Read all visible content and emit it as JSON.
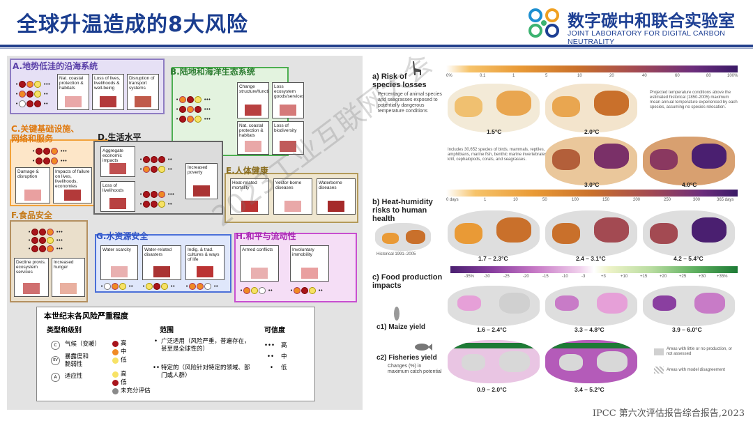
{
  "header": {
    "title": "全球升温造成的8大风险",
    "org_cn": "数字碳中和联合实验室",
    "org_en": "JOINT LABORATORY FOR DIGITAL CARBON NEUTRALITY"
  },
  "sections": {
    "a": {
      "label": "A.地势低洼的沿海系统",
      "cards": [
        "Nat. coastal protection & habitats",
        "Loss of lives, livelihoods & well-being",
        "Disruption of transport systems"
      ]
    },
    "b": {
      "label": "B.陆地和海洋生态系统",
      "cards": [
        "Change structure/functioning",
        "Loss ecosystem goods/services",
        "Nat. coastal protection & habitats",
        "Loss of biodiversity"
      ]
    },
    "c": {
      "label1": "C.关键基础设施、",
      "label2": "网络和服务",
      "cards": [
        "Damage & disruption",
        "Impacts of failure on lives, livelihoods, economies"
      ]
    },
    "d": {
      "label": "D.生活水平",
      "cards": [
        "Aggregate economic impacts",
        "Loss of livelihoods",
        "Increased poverty"
      ]
    },
    "e": {
      "label": "E.人体健康",
      "cards": [
        "Heat-related mortality",
        "Vector-borne diseases",
        "Waterborne diseases"
      ]
    },
    "f": {
      "label": "F.食品安全",
      "cards": [
        "Decline provis. ecosystem services",
        "Increased hunger"
      ]
    },
    "g": {
      "label": "G.水资源安全",
      "cards": [
        "Water scarcity",
        "Water-related disasters",
        "Indig. & trad. cultures & ways of life"
      ]
    },
    "h": {
      "label": "H.和平与流动性",
      "cards": [
        "Armed conflicts",
        "Involuntary immobility"
      ]
    }
  },
  "legend": {
    "title": "本世纪末各风险严重程度",
    "col1": "类型和级别",
    "col2": "范围",
    "col3": "可信度",
    "type_c": "气候（变暖）",
    "type_ev": "暴露度和脆弱性",
    "type_a": "适应性",
    "lvl_high": "高",
    "lvl_mid": "中",
    "lvl_low": "低",
    "lvl_high2": "高",
    "lvl_low2": "低",
    "lvl_na": "未充分评估",
    "scope1": "广泛适用（风险严重，普遍存在，甚至是全球性的）",
    "scope2": "特定的（风险针对特定的领域、部门或人群）",
    "conf_high": "高",
    "conf_mid": "中",
    "conf_low": "低",
    "sym_c": "C",
    "sym_ev": "EV",
    "sym_a": "A"
  },
  "right": {
    "a_title": "a) Risk of species losses",
    "a_sub": "Percentage of animal species and seagrasses exposed to potentially dangerous temperature conditions",
    "a_note1": "Projected temperature conditions above the estimated historical (1850-2005) maximum mean annual temperature experienced by each species, assuming no species relocation.",
    "a_note2": "Includes 30,652 species of birds, mammals, reptiles, amphibians, marine fish, benthic marine invertebrates, krill, cephalopods, corals, and seagrasses.",
    "a_ticks": [
      "0%",
      "0.1",
      "1",
      "5",
      "10",
      "20",
      "40",
      "60",
      "80",
      "100%"
    ],
    "a_maps": [
      "1.5°C",
      "2.0°C",
      "3.0°C",
      "4.0°C"
    ],
    "b_title": "b) Heat-humidity risks to human health",
    "b_ticks": [
      "0 days",
      "1",
      "10",
      "50",
      "100",
      "150",
      "200",
      "250",
      "300",
      "365 days"
    ],
    "b_hist": "Historical 1991–2005",
    "b_maps": [
      "1.7 – 2.3°C",
      "2.4 – 3.1°C",
      "4.2 – 5.4°C"
    ],
    "c_title": "c) Food production impacts",
    "c_ticks": [
      "-35%",
      "-30",
      "-25",
      "-20",
      "-15",
      "-10",
      "-3",
      "+3",
      "+10",
      "+15",
      "+20",
      "+25",
      "+30",
      "+35%"
    ],
    "c1_title": "c1) Maize yield",
    "c1_maps": [
      "1.6 – 2.4°C",
      "3.3 – 4.8°C",
      "3.9 – 6.0°C"
    ],
    "c2_title": "c2) Fisheries yield",
    "c2_sub": "Changes (%) in maximum catch potential",
    "c2_maps": [
      "0.9 – 2.0°C",
      "3.4 – 5.2°C"
    ],
    "c2_note1": "Areas with little or no production, or not assessed",
    "c2_note2": "Areas with model disagreement"
  },
  "watermark": "2023工业互联网大会",
  "source": "IPCC 第六次评估报告综合报告,2023"
}
